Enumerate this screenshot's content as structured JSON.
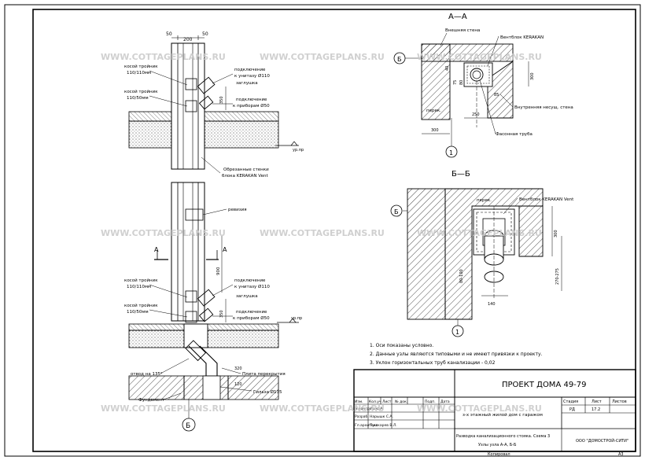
{
  "project_title": "ПРОЕКТ ДОМА 49-79",
  "watermark": "WWW.COTTAGEPLANS.RU",
  "sheet_format": "А3",
  "left_view": {
    "dims_top": [
      "50",
      "200",
      "50"
    ],
    "labels": {
      "oblique_110": [
        "косой тройник",
        "110/110мм"
      ],
      "oblique_50": [
        "косой тройник",
        "110/50мм"
      ],
      "connect_toilet": [
        "подключение",
        "к унитазу Ø110"
      ],
      "plug": "заглушка",
      "connect_fixtures": [
        "подключение",
        "к приборам Ø50"
      ],
      "block_ring": [
        "Обрезанные стенки",
        "блока KERAKAN Vent"
      ],
      "revision": "ревизия",
      "slab": "Плита перекрытия",
      "sleeve": "Гильза Ø135",
      "foundation": "Фундамент",
      "bend": "отвод на 135°",
      "level_label": "ур.пр",
      "cut_letter": "А"
    },
    "dims": {
      "h_900": "900",
      "h_350": "350",
      "h_320": "320",
      "h_120": "120"
    },
    "axis_b": "Б"
  },
  "section_aa": {
    "title": "А—А",
    "labels": {
      "outer_wall": "Внешняя стена",
      "vent_block": "Вентблок KERAKAN",
      "inner_wall": "Внутренняя несущ. стена",
      "drain_pipe": "Фасонная труба",
      "partition": "перек."
    },
    "dims": [
      "300",
      "250",
      "85",
      "300",
      "80",
      "40",
      "75"
    ],
    "axis_b": "Б",
    "axis_1": "1"
  },
  "section_bb": {
    "title": "Б—Б",
    "labels": {
      "vent_block": "Вентблок KERAKAN Vent",
      "partition": "перек."
    },
    "dims": [
      "300",
      "270-275",
      "140",
      "80-100"
    ],
    "axis_b": "Б",
    "axis_1": "1"
  },
  "notes": [
    "1.  Оси показаны условно.",
    "2.  Данные узлы являются типовыми и не имеют привязки к проекту.",
    "3.  Уклон горизонтальных труб канализации - 0,02"
  ],
  "title_block": {
    "header": [
      "Изм.",
      "Кол.уч",
      "Лист",
      "№ док.",
      "Подп.",
      "Дата"
    ],
    "roles": [
      "Н.контр.",
      "Разраб.",
      "Гл.архитект."
    ],
    "names": [
      "Ивно А.",
      "Нарышк С.А.",
      "Пушкарев В.Л."
    ],
    "description": "з-х этажный жилой дом с гаражом",
    "sheet_desc": [
      "Разводка канализационного стояка. Схема 3",
      "Узлы узла А-А, Б-Б"
    ],
    "col_heads": [
      "Стадия",
      "Лист",
      "Листов"
    ],
    "stage": "РД",
    "sheet_num": "17.2",
    "company": "ООО \"ДОМОСТРОЙ-СИТИ\"",
    "copy": "Копировал"
  }
}
